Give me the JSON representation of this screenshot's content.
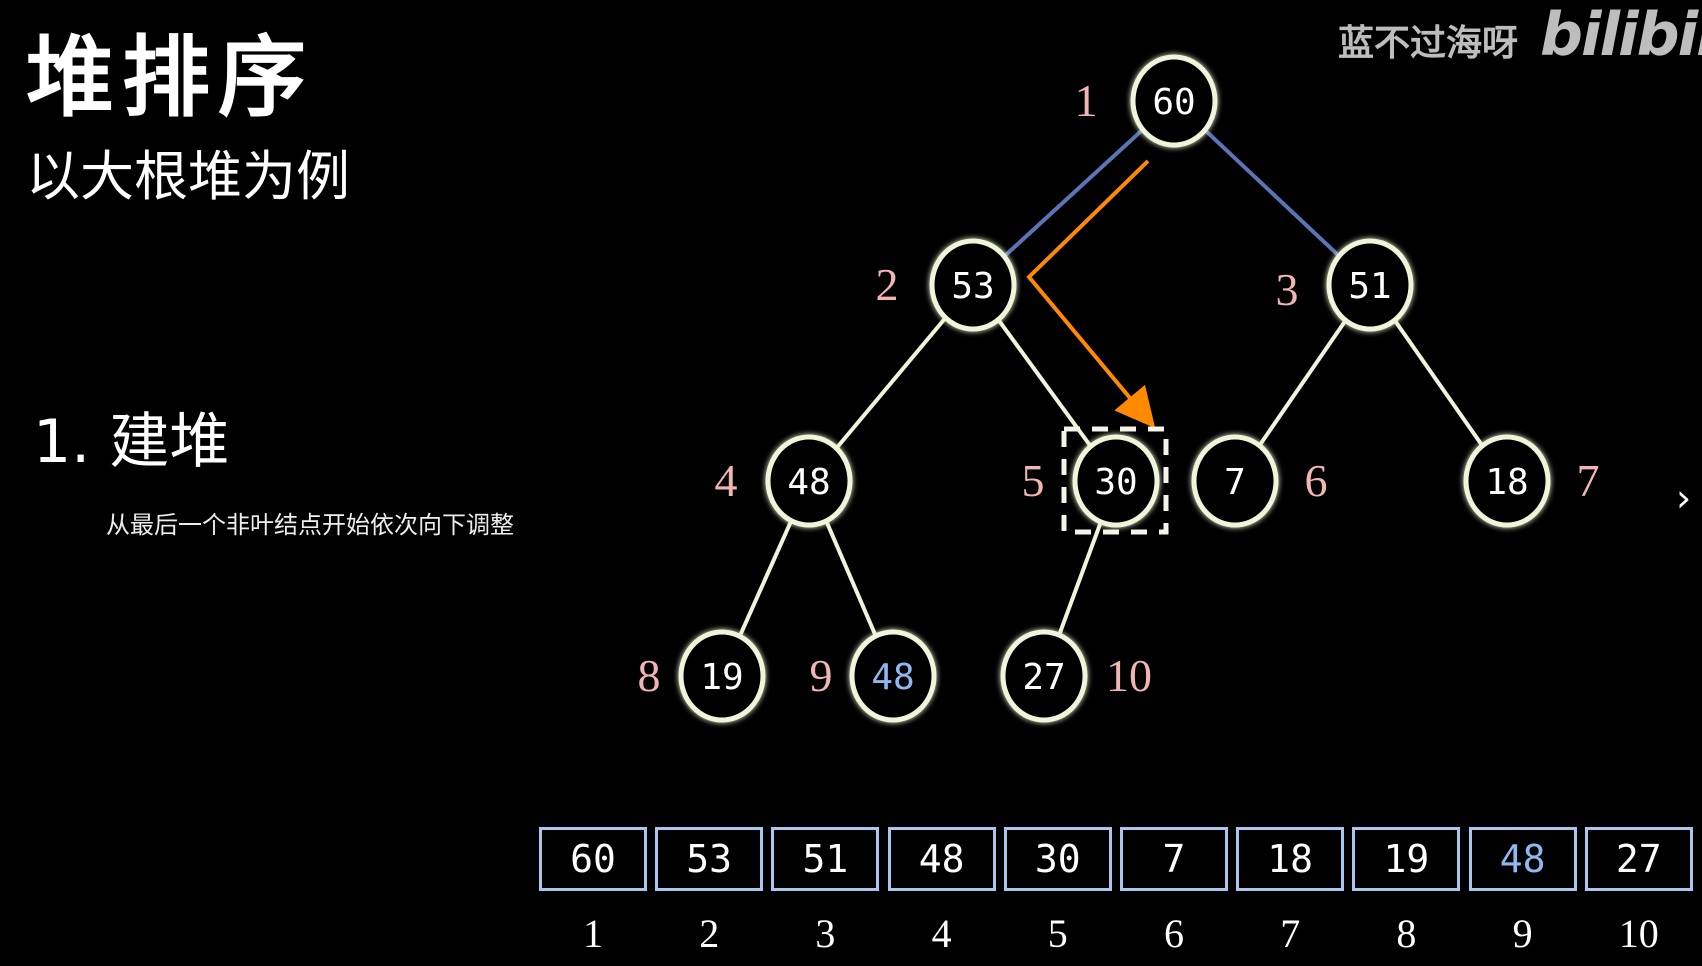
{
  "header": {
    "title": "堆排序",
    "subtitle": "以大根堆为例"
  },
  "step": {
    "label": "1. 建堆",
    "description": "从最后一个非叶结点开始依次向下调整"
  },
  "watermark": {
    "author": "蓝不过海呀",
    "logo": "bilibili"
  },
  "nav": {
    "next_icon": "chevron-right-icon",
    "next_glyph": "›"
  },
  "colors": {
    "node_stroke": "#eef5d8",
    "index_label": "#f2b5b5",
    "highlight_value": "#8fb8f0",
    "top_edge": "#5b74b5",
    "arrow": "#ff8a00",
    "array_border": "#a9c6ef"
  },
  "tree": {
    "nodes": [
      {
        "index": "1",
        "value": "60"
      },
      {
        "index": "2",
        "value": "53"
      },
      {
        "index": "3",
        "value": "51"
      },
      {
        "index": "4",
        "value": "48"
      },
      {
        "index": "5",
        "value": "30",
        "selected": true
      },
      {
        "index": "6",
        "value": "7"
      },
      {
        "index": "7",
        "value": "18"
      },
      {
        "index": "8",
        "value": "19"
      },
      {
        "index": "9",
        "value": "48",
        "highlight": true
      },
      {
        "index": "10",
        "value": "27"
      }
    ]
  },
  "array": {
    "cells": [
      {
        "index": "1",
        "value": "60"
      },
      {
        "index": "2",
        "value": "53"
      },
      {
        "index": "3",
        "value": "51"
      },
      {
        "index": "4",
        "value": "48"
      },
      {
        "index": "5",
        "value": "30"
      },
      {
        "index": "6",
        "value": "7"
      },
      {
        "index": "7",
        "value": "18"
      },
      {
        "index": "8",
        "value": "19"
      },
      {
        "index": "9",
        "value": "48",
        "highlight": true
      },
      {
        "index": "10",
        "value": "27"
      }
    ]
  }
}
